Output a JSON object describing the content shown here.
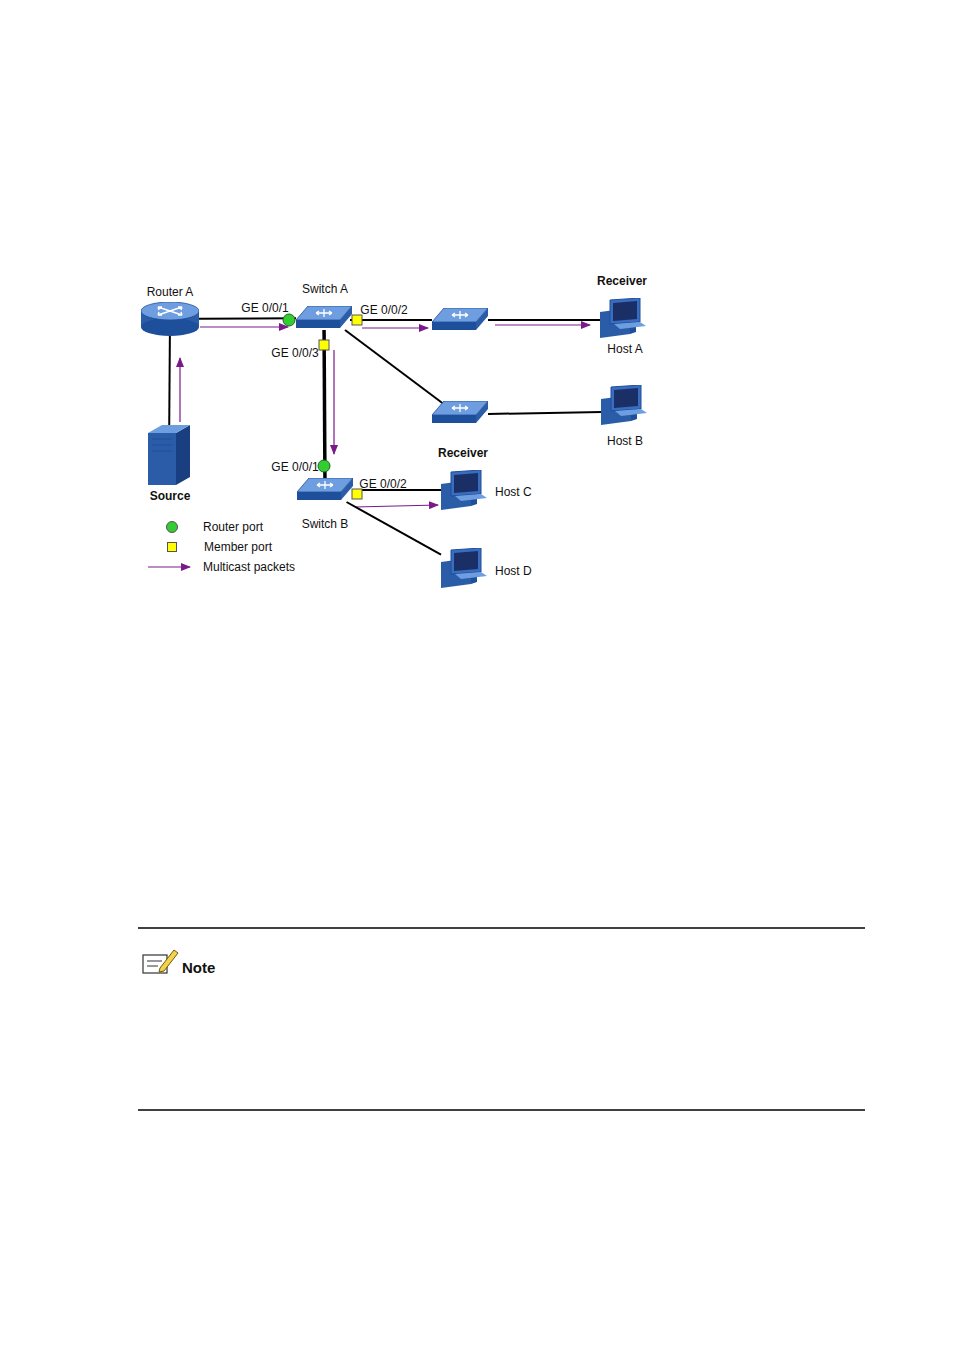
{
  "diagram": {
    "nodes": [
      {
        "text": [
          "Router A"
        ]
      },
      {
        "text": [
          "Switch A"
        ]
      },
      {
        "text": [
          "Source"
        ]
      },
      {
        "text": [
          "Host A"
        ]
      },
      {
        "text": [
          "Host B"
        ]
      },
      {
        "text": [
          "Switch B"
        ]
      },
      {
        "text": [
          "Host C"
        ]
      },
      {
        "text": [
          "Host D"
        ]
      }
    ],
    "edges": [
      {
        "from": 0,
        "to": 1,
        "arrow": "none"
      },
      {
        "from": 2,
        "to": 0,
        "arrow": "none"
      },
      {
        "from": 1,
        "to": 5,
        "arrow": "none"
      },
      {
        "from": 5,
        "to": 6,
        "arrow": "none"
      },
      {
        "from": 5,
        "to": 7,
        "arrow": "none"
      }
    ],
    "labels": [
      "GE 0/0/1",
      "GE 0/0/2",
      "GE 0/0/3",
      "Receiver",
      "Receiver",
      "GE 0/0/1",
      "GE 0/0/2",
      "Note"
    ],
    "legend": [
      {
        "text": "Router port",
        "color": "#33cc33"
      },
      {
        "text": "Member port",
        "color": "#ffff00"
      },
      {
        "text": "Multicast packets"
      }
    ]
  }
}
